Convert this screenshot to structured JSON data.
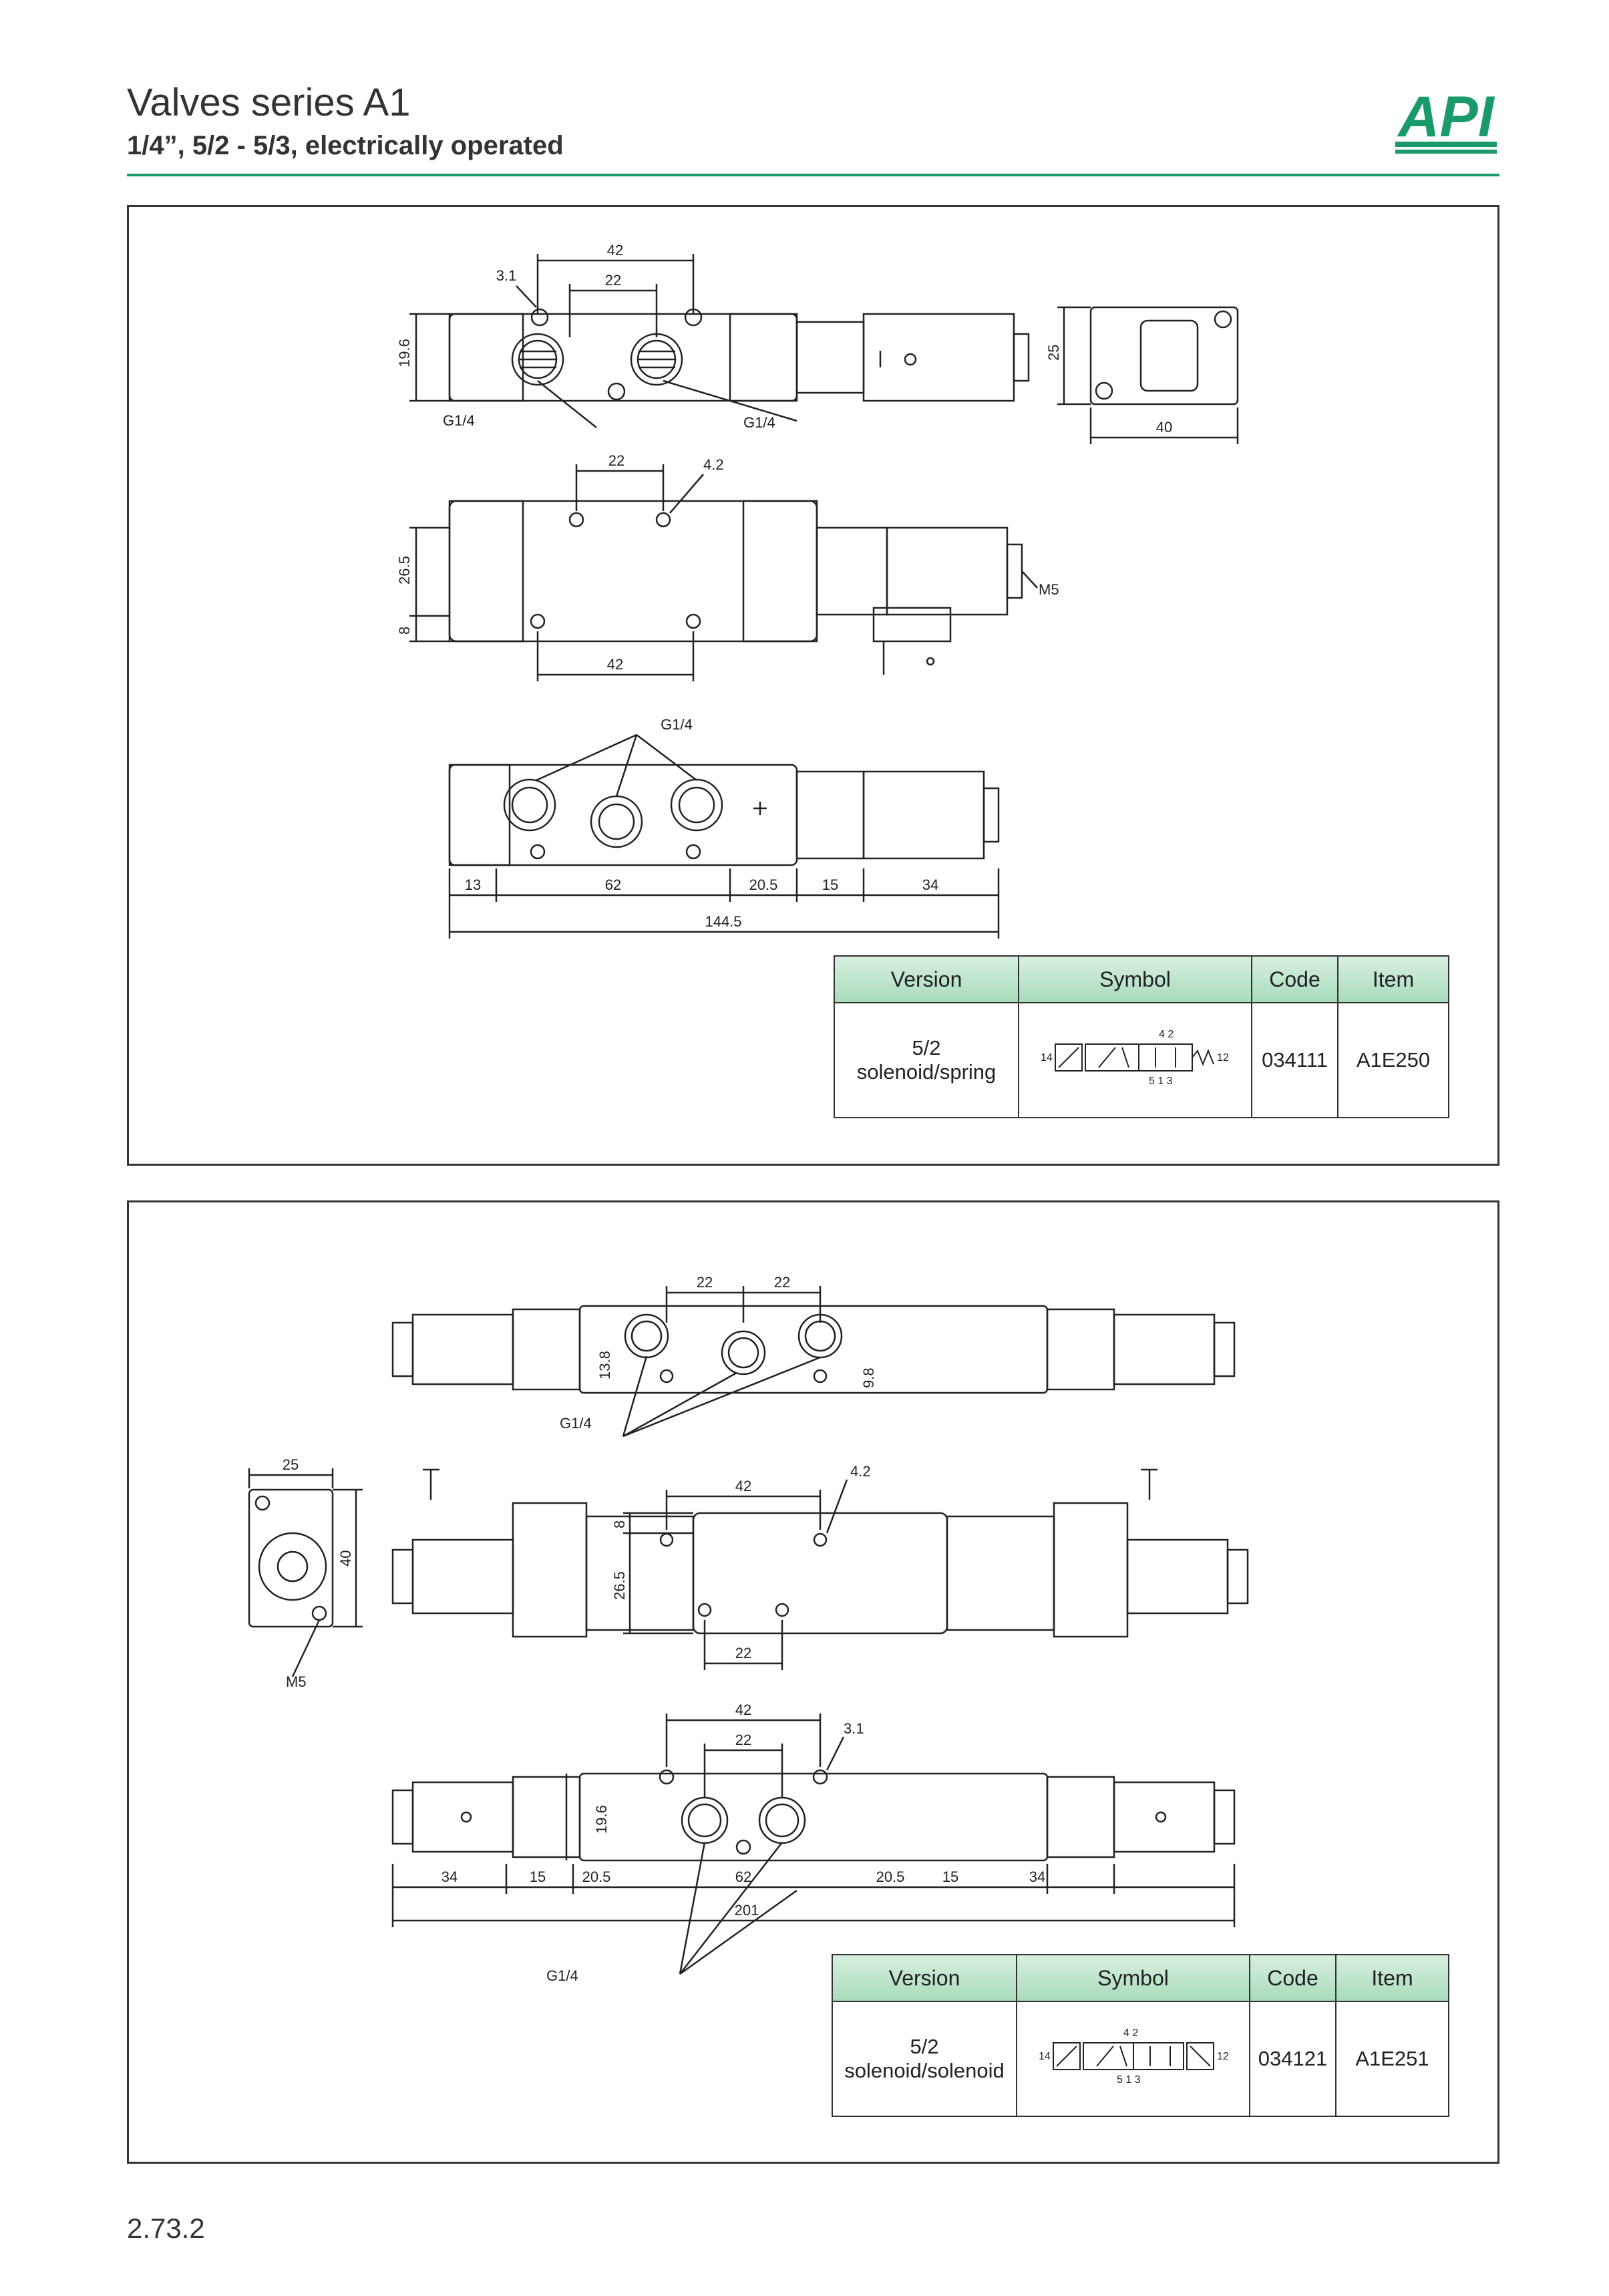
{
  "header": {
    "title": "Valves series A1",
    "subtitle": "1/4”, 5/2 - 5/3, electrically operated",
    "logo_text": "API",
    "accent_color": "#1a9a6a"
  },
  "panel1": {
    "dims": {
      "top_42": "42",
      "top_22": "22",
      "top_3_1": "3.1",
      "top_19_6": "19.6",
      "top_g14_left": "G1/4",
      "top_g14_right": "G1/4",
      "end_25": "25",
      "end_40": "40",
      "mid_22": "22",
      "mid_4_2": "4.2",
      "mid_26_5": "26.5",
      "mid_8": "8",
      "mid_42": "42",
      "mid_m5": "M5",
      "bot_g14": "G1/4",
      "bot_13": "13",
      "bot_62": "62",
      "bot_20_5": "20.5",
      "bot_15": "15",
      "bot_34": "34",
      "bot_144_5": "144.5"
    },
    "table": {
      "headers": [
        "Version",
        "Symbol",
        "Code",
        "Item"
      ],
      "version_line1": "5/2",
      "version_line2": "solenoid/spring",
      "code": "034111",
      "item": "A1E250",
      "sym_14": "14",
      "sym_12": "12",
      "sym_42": "4  2",
      "sym_513": "5  1  3"
    }
  },
  "panel2": {
    "dims": {
      "top_22a": "22",
      "top_22b": "22",
      "top_13_8": "13.8",
      "top_9_8": "9.8",
      "top_g14": "G1/4",
      "end_25": "25",
      "end_40": "40",
      "end_m5": "M5",
      "mid_42": "42",
      "mid_4_2": "4.2",
      "mid_8": "8",
      "mid_26_5": "26.5",
      "mid_22": "22",
      "bot_42": "42",
      "bot_22": "22",
      "bot_3_1": "3.1",
      "bot_19_6": "19.6",
      "bot_34a": "34",
      "bot_15a": "15",
      "bot_20_5a": "20.5",
      "bot_62": "62",
      "bot_20_5b": "20.5",
      "bot_15b": "15",
      "bot_34b": "34",
      "bot_201": "201",
      "bot_g14": "G1/4"
    },
    "table": {
      "headers": [
        "Version",
        "Symbol",
        "Code",
        "Item"
      ],
      "version_line1": "5/2",
      "version_line2": "solenoid/solenoid",
      "code": "034121",
      "item": "A1E251",
      "sym_14": "14",
      "sym_12": "12",
      "sym_42": "4  2",
      "sym_513": "5  1  3"
    }
  },
  "footer": {
    "page_number": "2.73.2"
  }
}
